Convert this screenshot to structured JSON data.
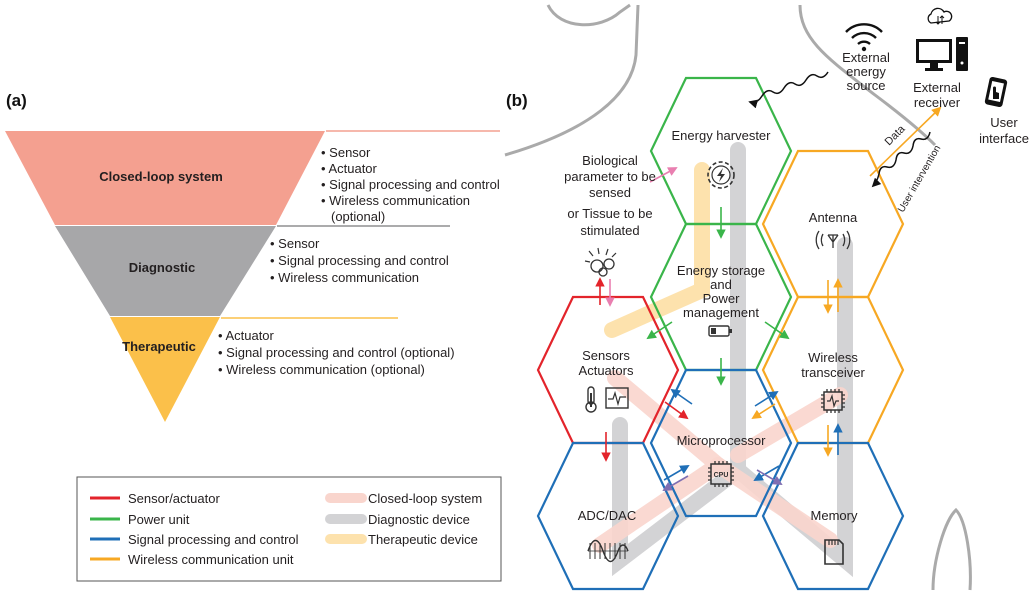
{
  "panel_a": {
    "label": "(a)",
    "tiers": [
      {
        "name": "Closed-loop system",
        "color": "#f4a090",
        "items": [
          "• Sensor",
          "• Actuator",
          "• Signal processing and control",
          "• Wireless communication",
          "(optional)"
        ]
      },
      {
        "name": "Diagnostic",
        "color": "#a7a7a9",
        "items": [
          "• Sensor",
          "• Signal processing and control",
          "• Wireless communication"
        ]
      },
      {
        "name": "Therapeutic",
        "color": "#fbc04a",
        "items": [
          "• Actuator",
          "• Signal processing and control (optional)",
          "• Wireless communication (optional)"
        ]
      }
    ]
  },
  "legend": {
    "items": [
      {
        "label": "Sensor/actuator",
        "color": "#e3242b",
        "type": "line"
      },
      {
        "label": "Power unit",
        "color": "#3ab54a",
        "type": "line"
      },
      {
        "label": "Signal processing and control",
        "color": "#1f6fb7",
        "type": "line"
      },
      {
        "label": "Wireless communication unit",
        "color": "#f7a823",
        "type": "line"
      },
      {
        "label": "Closed-loop system",
        "color": "#f9d5cd",
        "type": "band"
      },
      {
        "label": "Diagnostic device",
        "color": "#d3d3d5",
        "type": "band"
      },
      {
        "label": "Therapeutic device",
        "color": "#fde2ad",
        "type": "band"
      }
    ]
  },
  "panel_b": {
    "label": "(b)",
    "hexes": {
      "energy_harvester": "Energy harvester",
      "energy_storage": [
        "Energy storage",
        "and",
        "Power",
        "management"
      ],
      "sensors_actuators": [
        "Sensors",
        "Actuators"
      ],
      "antenna": "Antenna",
      "wireless_transceiver": [
        "Wireless",
        "transceiver"
      ],
      "microprocessor": "Microprocessor",
      "adc_dac": "ADC/DAC",
      "memory": "Memory"
    },
    "cpu_chip_label": "CPU",
    "biological": [
      "Biological",
      "parameter to be",
      "sensed",
      "or Tissue to be",
      "stimulated"
    ],
    "external_energy": [
      "External",
      "energy",
      "source"
    ],
    "external_receiver": [
      "External",
      "receiver"
    ],
    "user_interface": [
      "User",
      "interface"
    ],
    "data_label": "Data",
    "user_intervention_label": "User intervention",
    "colors": {
      "red": "#e3242b",
      "green": "#3ab54a",
      "blue": "#1f6fb7",
      "orange": "#f7a823"
    }
  }
}
